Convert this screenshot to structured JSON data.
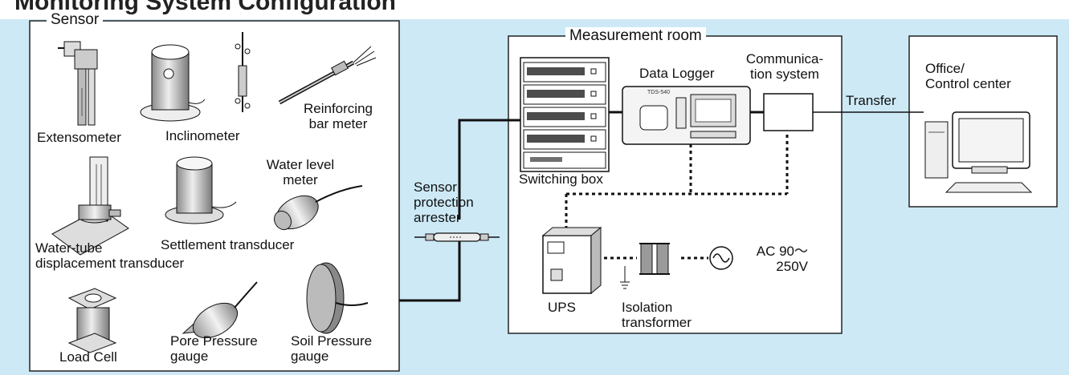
{
  "title_fragment": "Monitoring System Configuration",
  "sensor_box": {
    "title": "Sensor",
    "items": {
      "extensometer": "Extensometer",
      "inclinometer": "Inclinometer",
      "reinforcing": "Reinforcing\nbar meter",
      "water_tube": "Water-tube\ndisplacement transducer",
      "settlement": "Settlement transducer",
      "water_level": "Water level\nmeter",
      "load_cell": "Load Cell",
      "pore_pressure": "Pore Pressure\ngauge",
      "soil_pressure": "Soil Pressure\ngauge"
    }
  },
  "arrester": "Sensor\nprotection\narrester",
  "measurement_room": {
    "title": "Measurement room",
    "switching_box": "Switching box",
    "data_logger": "Data Logger",
    "logger_model": "TDS-540",
    "communication": "Communica-\ntion system",
    "ups": "UPS",
    "isolation": "Isolation\ntransformer",
    "ac_power": "AC 90～\n250V"
  },
  "transfer": "Transfer",
  "office": "Office/\nControl center",
  "colors": {
    "background": "#cde9f6",
    "box_fill": "#ffffff",
    "line": "#111111",
    "device_gray": "#bfbfbf"
  }
}
